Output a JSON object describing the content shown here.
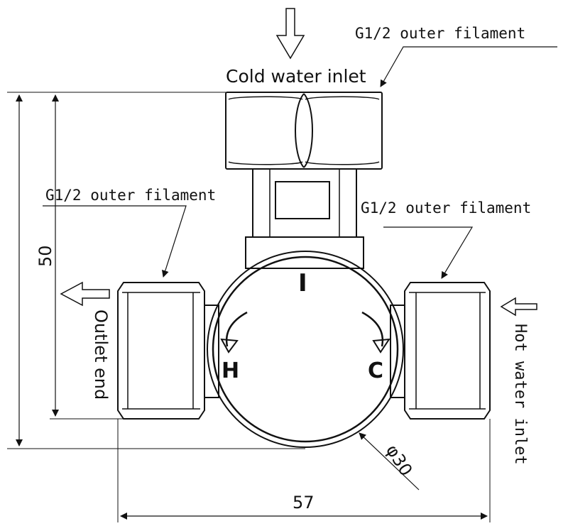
{
  "labels": {
    "cold_water_inlet": "Cold water inlet",
    "thread_top": "G1/2 outer filament",
    "thread_left": "G1/2 outer filament",
    "thread_right": "G1/2 outer filament",
    "outlet_end": "Outlet end",
    "hot_water_inlet": "Hot water inlet",
    "dial_mark": "I",
    "dial_hot": "H",
    "dial_cold": "C"
  },
  "dimensions": {
    "height": "50",
    "width": "57",
    "diameter": "φ30"
  }
}
